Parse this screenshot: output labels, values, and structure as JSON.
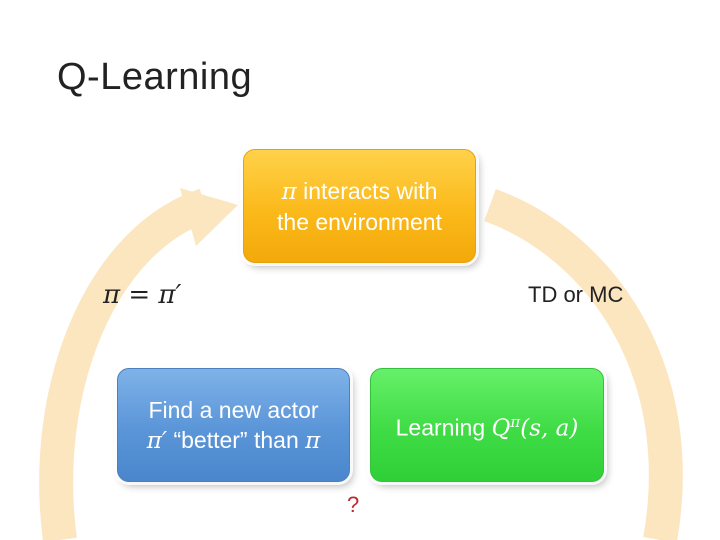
{
  "title": "Q-Learning",
  "boxes": {
    "top": {
      "line1_math": "π",
      "line1_text": " interacts with",
      "line2_text": "the environment"
    },
    "left": {
      "line1_text": "Find a new actor",
      "line2_math_a": "π′",
      "line2_text": " “better” than ",
      "line2_math_b": "π"
    },
    "right": {
      "prefix_text": "Learning ",
      "q_symbol": "Q",
      "q_superscript": "π",
      "q_args": "(s, a)"
    }
  },
  "labels": {
    "update_rule": "π = π′",
    "td_or_mc": "TD or MC",
    "question_mark": "?"
  },
  "colors": {
    "cycle_arrow": "#fbe6c0",
    "top_box": "#fbb91a",
    "left_box": "#5a95d8",
    "right_box": "#3fdc45",
    "question_mark": "#c0282d"
  }
}
